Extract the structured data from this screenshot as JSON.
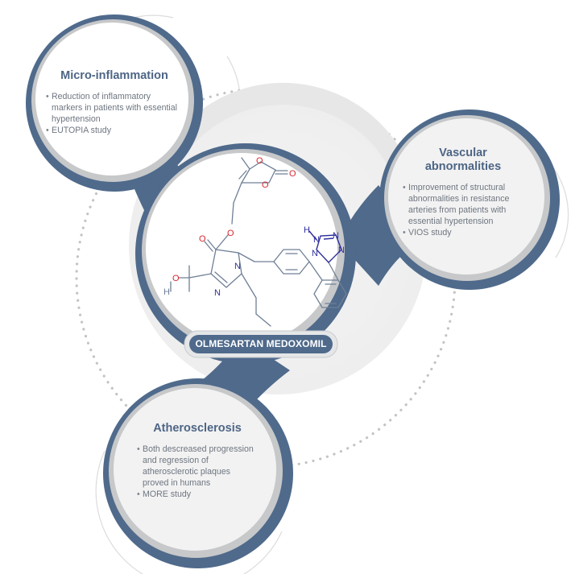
{
  "cards": {
    "micro": {
      "title": "Micro-inflammation",
      "bullets": [
        "Reduction of inflammatory markers in patients with essential hypertension",
        "EUTOPIA study"
      ]
    },
    "vascular": {
      "title_line1": "Vascular",
      "title_line2": "abnormalities",
      "bullets": [
        "Improvement of structural abnormalities in resistance arteries from patients with essential hypertension",
        "VIOS study"
      ]
    },
    "athero": {
      "title": "Atherosclerosis",
      "bullets": [
        "Both descreased progression and regression of atherosclerotic plaques proved in humans",
        "MORE study"
      ]
    }
  },
  "center": {
    "label": "OLMESARTAN MEDOXOMIL"
  },
  "molecule": {
    "atoms": {
      "oxygen": "O",
      "nitrogen": "N",
      "hydrogen": "H",
      "hydroxyl": "HO"
    }
  },
  "colors": {
    "ring": "#4f6a8b",
    "ring_dark": "#3f5776",
    "grey_ring": "#c4c5c7",
    "disc": "#f2f2f2",
    "text": "#6e7680",
    "title": "#4d6585",
    "oxygen": "#d8262f",
    "nitrogen": "#2f2f9e",
    "bond": "#6f7f96",
    "dots": "#bfbfbf"
  }
}
